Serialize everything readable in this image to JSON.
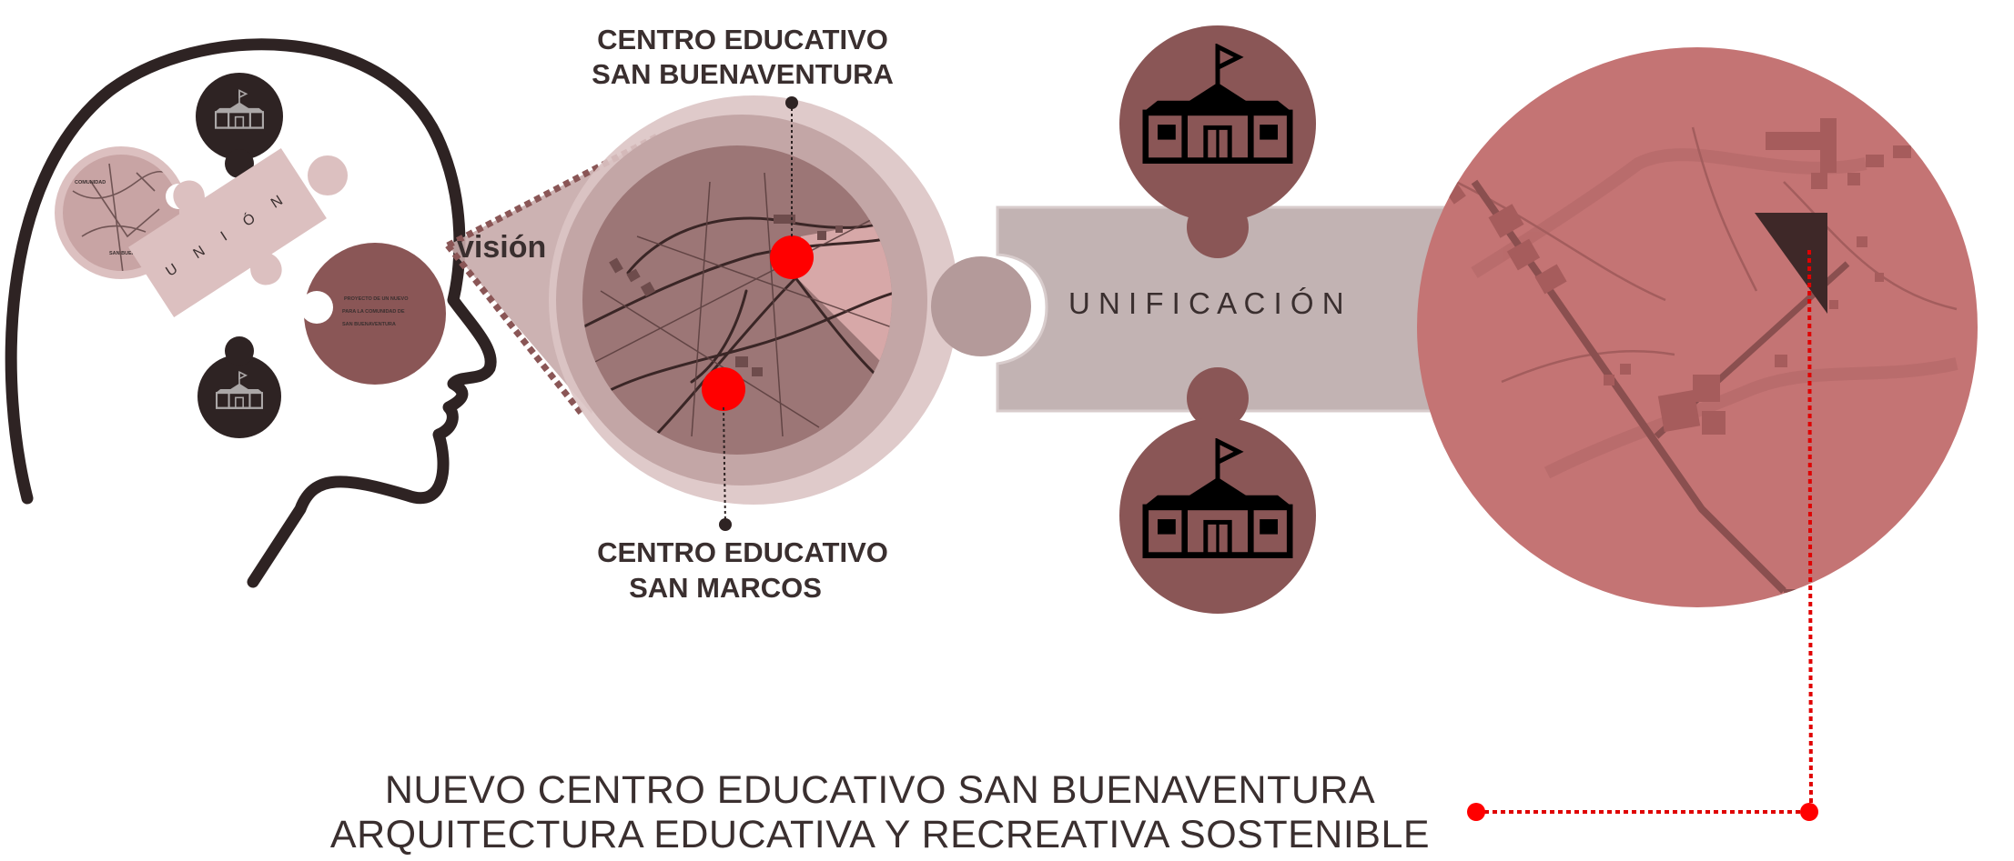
{
  "labels": {
    "vision": "visión",
    "union": "U N I Ó N",
    "unificacion": "U N I F I C A C I Ó N",
    "centro_top_line1": "CENTRO EDUCATIVO",
    "centro_top_line2": "SAN BUENAVENTURA",
    "centro_bottom_line1": "CENTRO EDUCATIVO",
    "centro_bottom_line2": "SAN MARCOS",
    "bottom_title_line1": "NUEVO CENTRO EDUCATIVO SAN BUENAVENTURA",
    "bottom_title_line2": "ARQUITECTURA EDUCATIVA Y RECREATIVA SOSTENIBLE",
    "head_map_label_top": "COMUNIDAD",
    "head_map_label_bottom": "SAN BUENAVENTURA",
    "head_circle_text_1": "PROYECTO DE UN NUEVO",
    "head_circle_text_2": "PARA LA COMUNIDAD DE",
    "head_circle_text_3": "SAN BUENAVENTURA"
  },
  "icons": {
    "school": "school-building-icon",
    "marker": "location-marker-icon"
  },
  "colors": {
    "dark": "#2e2323",
    "brown": "#8a5656",
    "mauve": "#b49a9a",
    "pink_light": "#dcc0c0",
    "map_pink": "#c47474",
    "puzzle_gray": "#c2b3b3",
    "marker_red": "#ff0000",
    "dotted_red": "#e00000",
    "text": "#3a2f2f"
  }
}
